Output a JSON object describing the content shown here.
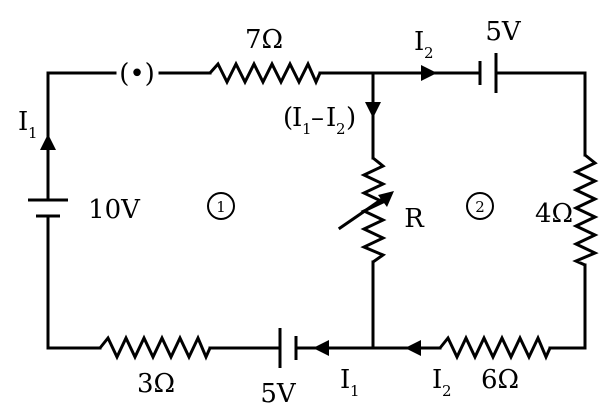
{
  "resistors": {
    "top": "7Ω",
    "bottom_left": "3Ω",
    "right": "4Ω",
    "bottom_right": "6Ω",
    "variable": "R"
  },
  "batteries": {
    "left": "10V",
    "top_right": "5V",
    "bottom": "5V"
  },
  "currents": {
    "symbol": "I",
    "sub_1": "1",
    "sub_2": "2",
    "open_paren": "(",
    "dash": "–",
    "close_paren": ")"
  },
  "loops": {
    "loop_1": "1",
    "loop_2": "2"
  },
  "meter_symbol": "(•)"
}
